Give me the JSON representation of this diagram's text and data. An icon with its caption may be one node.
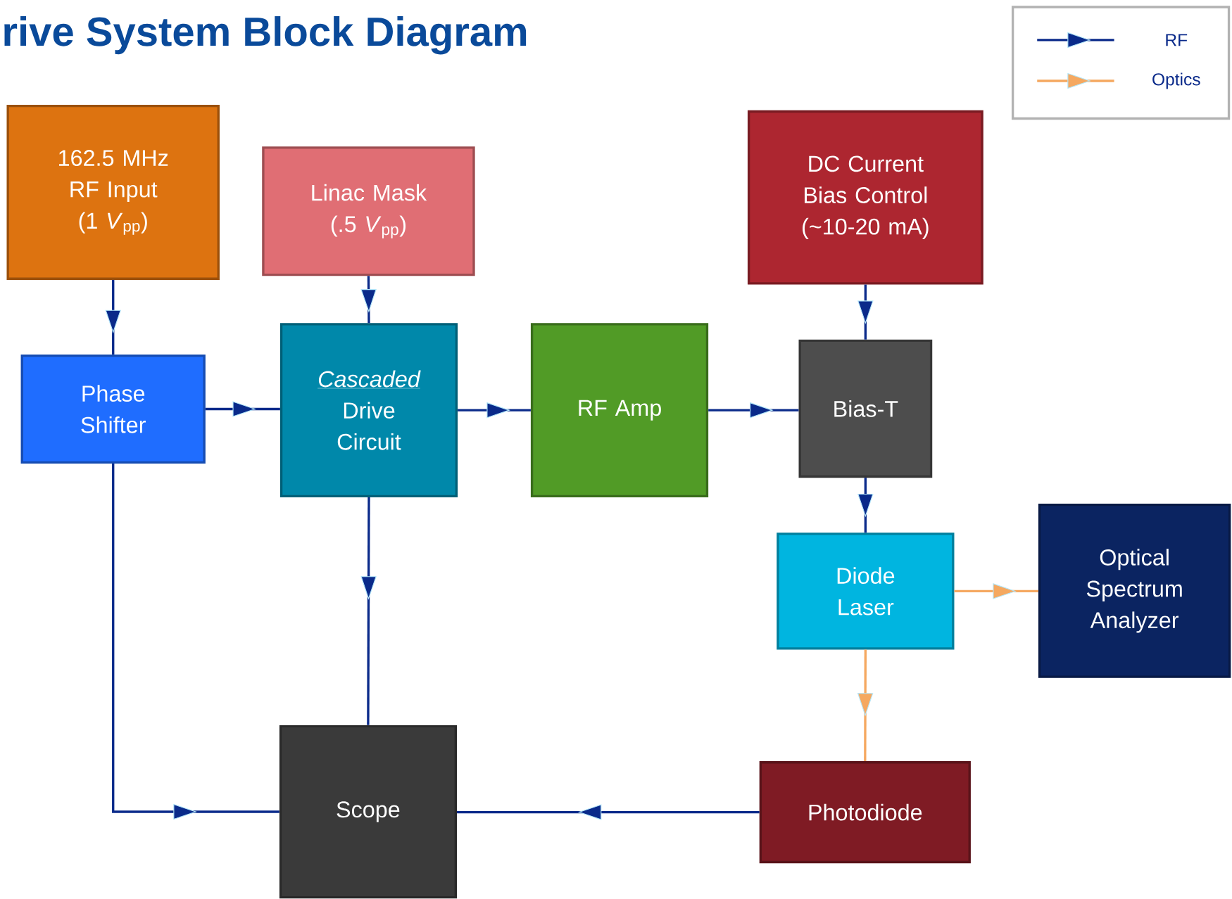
{
  "diagram": {
    "title": "rive System Block Diagram",
    "nodes": [
      {
        "text": [
          "162.5 MHz RF Input (1 *V*$_{pp}$)"
        ]
      },
      {
        "text": [
          "Linac Mask (.5 *V*$_{pp}$)"
        ]
      },
      {
        "text": [
          "Phase Shifter"
        ]
      },
      {
        "text": [
          "Cascaded",
          "Drive Circuit"
        ]
      },
      {
        "text": [
          "RF Amp"
        ]
      },
      {
        "text": [
          "DC Current Bias Control (~10-20 mA)"
        ]
      },
      {
        "text": [
          "Bias-T"
        ]
      },
      {
        "text": [
          "Diode Laser"
        ]
      },
      {
        "text": [
          "Optical Spectrum Analyzer"
        ]
      },
      {
        "text": [
          "Scope"
        ]
      },
      {
        "text": [
          "Photodiode"
        ]
      }
    ],
    "edges": [
      {
        "from": 0,
        "to": 2,
        "arrow": "to"
      },
      {
        "from": 1,
        "to": 3,
        "arrow": "to"
      },
      {
        "from": 2,
        "to": 3,
        "arrow": "to"
      },
      {
        "from": 3,
        "to": 4,
        "arrow": "to"
      },
      {
        "from": 4,
        "to": 6,
        "arrow": "to"
      },
      {
        "from": 5,
        "to": 6,
        "arrow": "to"
      },
      {
        "from": 6,
        "to": 7,
        "arrow": "to"
      },
      {
        "from": 7,
        "to": 8,
        "arrow": "to",
        "color": "#f5a860"
      },
      {
        "from": 7,
        "to": 10,
        "arrow": "to",
        "color": "#f5a860"
      },
      {
        "from": 3,
        "to": 9,
        "arrow": "to"
      },
      {
        "from": 2,
        "to": 9,
        "arrow": "to"
      },
      {
        "from": 10,
        "to": 9,
        "arrow": "to"
      }
    ],
    "legend": [
      {
        "text": "RF"
      },
      {
        "text": "Optics"
      }
    ]
  }
}
